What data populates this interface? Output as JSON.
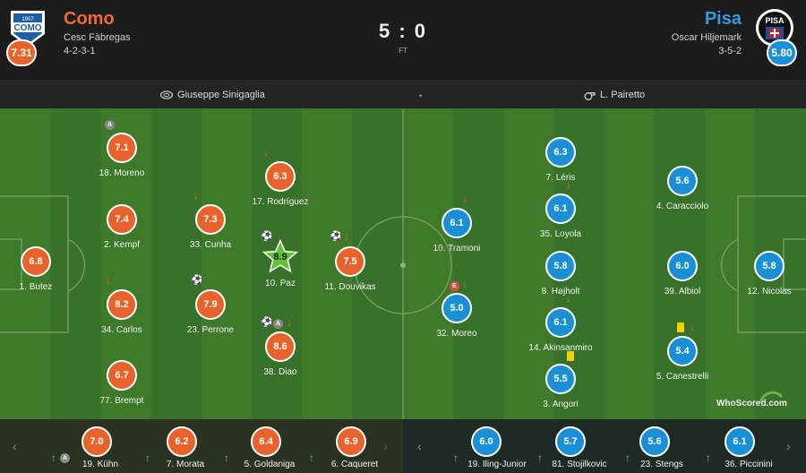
{
  "header": {
    "home": {
      "name": "Como",
      "manager": "Cesc Fàbregas",
      "formation": "4-2-3-1",
      "rating": "7.31",
      "crest_text": "COMO",
      "crest_year": "1907"
    },
    "away": {
      "name": "Pisa",
      "manager": "Oscar Hiljemark",
      "formation": "3-5-2",
      "rating": "5.80",
      "crest_text": "PISA"
    },
    "score": "5 : 0",
    "status": "FT"
  },
  "info": {
    "venue": "Giuseppe Sinigaglia",
    "referee": "L. Pairetto"
  },
  "colors": {
    "home": "#e8632b",
    "away": "#1a8fd6",
    "sub_on": "#5fd35f",
    "pitch": "#3f7a2a"
  },
  "home_players": [
    {
      "id": "moreno",
      "rating": "7.1",
      "name": "18. Moreno",
      "events": [
        "assist"
      ]
    },
    {
      "id": "kempf",
      "rating": "7.4",
      "name": "2. Kempf",
      "events": []
    },
    {
      "id": "carlos",
      "rating": "8.2",
      "name": "34. Carlos",
      "events": [
        "sub-off"
      ]
    },
    {
      "id": "brempt",
      "rating": "6.7",
      "name": "77. Brempt",
      "events": []
    },
    {
      "id": "butez",
      "rating": "6.8",
      "name": "1. Butez",
      "events": []
    },
    {
      "id": "cunha",
      "rating": "7.3",
      "name": "33. Cunha",
      "events": [
        "sub-off"
      ]
    },
    {
      "id": "perrone",
      "rating": "7.9",
      "name": "23. Perrone",
      "events": [
        "goal"
      ]
    },
    {
      "id": "rodriguez",
      "rating": "6.3",
      "name": "17. Rodríguez",
      "events": [
        "sub-off"
      ]
    },
    {
      "id": "paz",
      "rating": "8.9",
      "name": "10. Paz",
      "events": [
        "goal"
      ],
      "motm": true
    },
    {
      "id": "diao",
      "rating": "8.6",
      "name": "38. Diao",
      "events": [
        "goal",
        "assist",
        "sub-off"
      ]
    },
    {
      "id": "douvikas",
      "rating": "7.5",
      "name": "11. Douvikas",
      "events": [
        "goal",
        "sub-off"
      ]
    }
  ],
  "away_players": [
    {
      "id": "tramoni",
      "rating": "6.1",
      "name": "10. Tramoni",
      "events": [
        "sub-off"
      ]
    },
    {
      "id": "moreo",
      "rating": "5.0",
      "name": "32. Moreo",
      "events": [
        "error",
        "sub-off"
      ]
    },
    {
      "id": "leris",
      "rating": "6.3",
      "name": "7. Léris",
      "events": []
    },
    {
      "id": "loyola",
      "rating": "6.1",
      "name": "35. Loyola",
      "events": [
        "sub-off"
      ]
    },
    {
      "id": "hojholt",
      "rating": "5.8",
      "name": "8. Højholt",
      "events": []
    },
    {
      "id": "akinsanmiro",
      "rating": "6.1",
      "name": "14. Akinsanmiro",
      "events": [
        "sub-off"
      ]
    },
    {
      "id": "angori",
      "rating": "5.5",
      "name": "3. Angori",
      "events": [
        "yellow"
      ]
    },
    {
      "id": "caracciolo",
      "rating": "5.6",
      "name": "4. Caracciolo",
      "events": []
    },
    {
      "id": "albiol",
      "rating": "6.0",
      "name": "39. Albiol",
      "events": []
    },
    {
      "id": "canestrelli",
      "rating": "5.4",
      "name": "5. Canestrelli",
      "events": [
        "yellow",
        "sub-off"
      ]
    },
    {
      "id": "nicolas",
      "rating": "5.8",
      "name": "12. Nicolas",
      "events": []
    }
  ],
  "home_subs": [
    {
      "rating": "7.0",
      "name": "19. Kühn",
      "assist": true
    },
    {
      "rating": "6.2",
      "name": "7. Morata"
    },
    {
      "rating": "6.4",
      "name": "5. Goldaniga"
    },
    {
      "rating": "6.9",
      "name": "6. Caqueret"
    }
  ],
  "away_subs": [
    {
      "rating": "6.0",
      "name": "19. Iling-Junior"
    },
    {
      "rating": "5.7",
      "name": "81. Stojilkovic"
    },
    {
      "rating": "5.6",
      "name": "23. Stengs"
    },
    {
      "rating": "6.1",
      "name": "36. Piccinini"
    }
  ],
  "icons": {
    "nav_prev": "‹",
    "nav_next": "›",
    "sub_off": "↓",
    "sub_on": "↑",
    "goal": "⚽",
    "assist_badge": "A",
    "error_badge": "E",
    "stadium": "stadium-icon",
    "whistle": "whistle-icon"
  },
  "watermark": "WhoScored.com"
}
